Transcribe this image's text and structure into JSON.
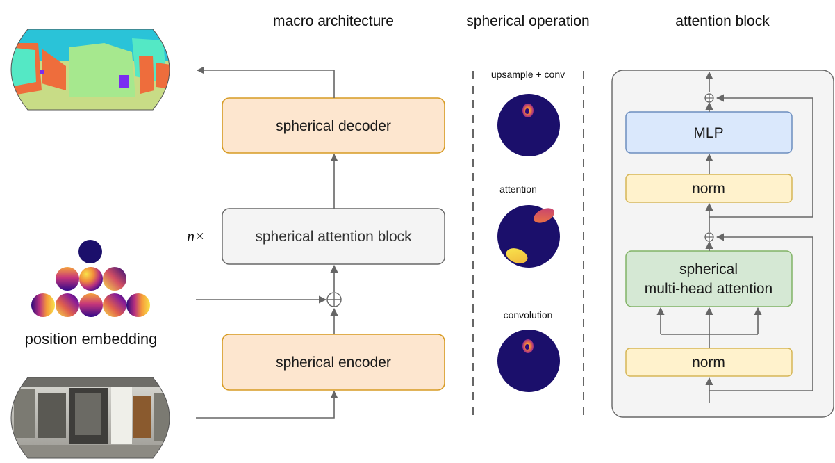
{
  "headers": {
    "macro": "macro architecture",
    "spherical": "spherical operation",
    "attention": "attention block"
  },
  "macro": {
    "decoder": "spherical decoder",
    "attention_block": "spherical attention block",
    "encoder": "spherical encoder",
    "repeat": "n×",
    "position_embedding": "position embedding"
  },
  "operations": {
    "upsample": "upsample + conv",
    "attention": "attention",
    "convolution": "convolution"
  },
  "block": {
    "mlp": "MLP",
    "norm_top": "norm",
    "attention_line1": "spherical",
    "attention_line2": "multi-head attention",
    "norm_bottom": "norm"
  },
  "colors": {
    "orange_fill": "#fde6cf",
    "orange_stroke": "#d79b23",
    "grey_fill": "#f4f4f4",
    "blue_fill": "#dae8fc",
    "blue_stroke": "#6c8ebf",
    "yellow_fill": "#fff2cc",
    "yellow_stroke": "#d6b656",
    "green_fill": "#d5e8d4",
    "green_stroke": "#82b366",
    "sphere_navy": "#1b0f6b"
  }
}
